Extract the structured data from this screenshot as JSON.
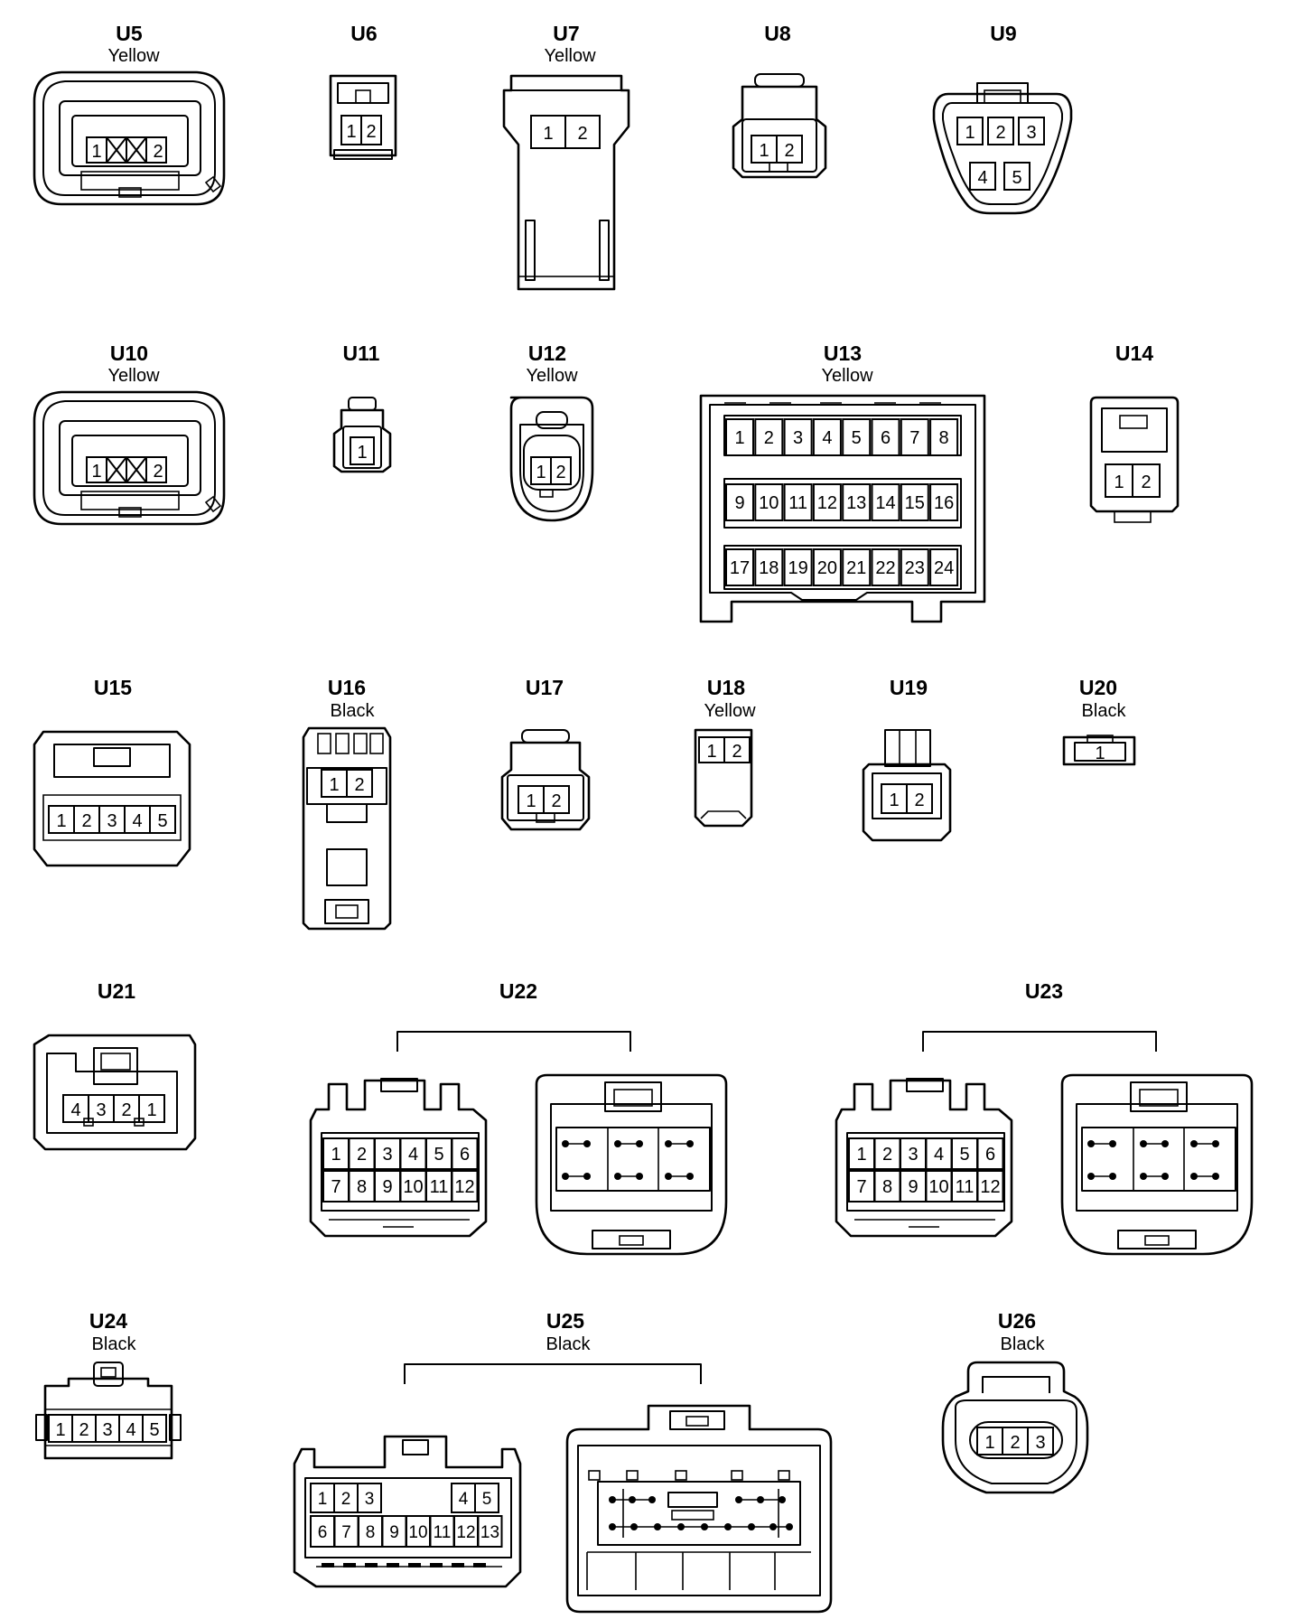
{
  "connectors": [
    {
      "id": "U5",
      "color": "Yellow",
      "pins": [
        "1",
        "2"
      ]
    },
    {
      "id": "U6",
      "color": "",
      "pins": [
        "1",
        "2"
      ]
    },
    {
      "id": "U7",
      "color": "Yellow",
      "pins": [
        "1",
        "2"
      ]
    },
    {
      "id": "U8",
      "color": "",
      "pins": [
        "1",
        "2"
      ]
    },
    {
      "id": "U9",
      "color": "",
      "pins": [
        "1",
        "2",
        "3",
        "4",
        "5"
      ]
    },
    {
      "id": "U10",
      "color": "Yellow",
      "pins": [
        "1",
        "2"
      ]
    },
    {
      "id": "U11",
      "color": "",
      "pins": [
        "1"
      ]
    },
    {
      "id": "U12",
      "color": "Yellow",
      "pins": [
        "1",
        "2"
      ]
    },
    {
      "id": "U13",
      "color": "Yellow",
      "pins": [
        "1",
        "2",
        "3",
        "4",
        "5",
        "6",
        "7",
        "8",
        "9",
        "10",
        "11",
        "12",
        "13",
        "14",
        "15",
        "16",
        "17",
        "18",
        "19",
        "20",
        "21",
        "22",
        "23",
        "24"
      ]
    },
    {
      "id": "U14",
      "color": "",
      "pins": [
        "1",
        "2"
      ]
    },
    {
      "id": "U15",
      "color": "",
      "pins": [
        "1",
        "2",
        "3",
        "4",
        "5"
      ]
    },
    {
      "id": "U16",
      "color": "Black",
      "pins": [
        "1",
        "2"
      ]
    },
    {
      "id": "U17",
      "color": "",
      "pins": [
        "1",
        "2"
      ]
    },
    {
      "id": "U18",
      "color": "Yellow",
      "pins": [
        "1",
        "2"
      ]
    },
    {
      "id": "U19",
      "color": "",
      "pins": [
        "1",
        "2"
      ]
    },
    {
      "id": "U20",
      "color": "Black",
      "pins": [
        "1"
      ]
    },
    {
      "id": "U21",
      "color": "",
      "pins": [
        "4",
        "3",
        "2",
        "1"
      ]
    },
    {
      "id": "U22",
      "color": "",
      "pins": [
        "1",
        "2",
        "3",
        "4",
        "5",
        "6",
        "7",
        "8",
        "9",
        "10",
        "11",
        "12"
      ]
    },
    {
      "id": "U23",
      "color": "",
      "pins": [
        "1",
        "2",
        "3",
        "4",
        "5",
        "6",
        "7",
        "8",
        "9",
        "10",
        "11",
        "12"
      ]
    },
    {
      "id": "U24",
      "color": "Black",
      "pins": [
        "1",
        "2",
        "3",
        "4",
        "5"
      ]
    },
    {
      "id": "U25",
      "color": "Black",
      "pins": [
        "1",
        "2",
        "3",
        "4",
        "5",
        "6",
        "7",
        "8",
        "9",
        "10",
        "11",
        "12",
        "13"
      ]
    },
    {
      "id": "U26",
      "color": "Black",
      "pins": [
        "1",
        "2",
        "3"
      ]
    }
  ]
}
